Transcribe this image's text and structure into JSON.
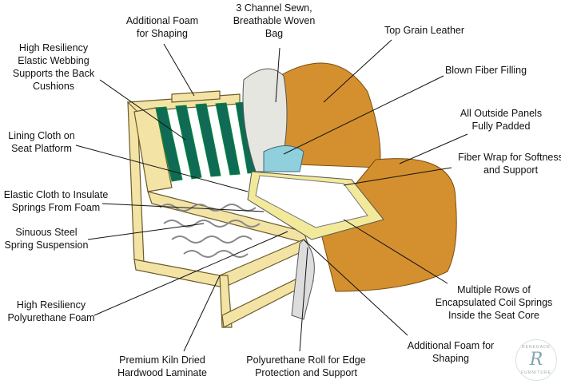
{
  "labels": {
    "foam_top": "Additional Foam\nfor Shaping",
    "woven_bag": "3 Channel Sewn,\nBreathable Woven\nBag",
    "leather": "Top Grain Leather",
    "webbing": "High Resiliency\nElastic Webbing\nSupports the Back\nCushions",
    "blown_fiber": "Blown Fiber Filling",
    "outside_panels": "All Outside Panels\nFully Padded",
    "lining_cloth": "Lining Cloth on\nSeat Platform",
    "fiber_wrap": "Fiber Wrap for Softness\nand Support",
    "elastic_cloth": "Elastic Cloth to Insulate\nSprings From Foam",
    "sinuous_steel": "Sinuous Steel\nSpring Suspension",
    "poly_foam": "High Resiliency\nPolyurethane Foam",
    "coil_springs": "Multiple Rows of\nEncapsulated Coil Springs\nInside the Seat Core",
    "hardwood": "Premium Kiln Dried\nHardwood Laminate",
    "poly_roll": "Polyurethane Roll for Edge\nProtection and Support",
    "foam_bottom": "Additional Foam for\nShaping"
  },
  "logo": {
    "top": "RENEGADE",
    "bottom": "FURNITURE",
    "mark": "R"
  },
  "colors": {
    "leather": "#d4902e",
    "wood": "#f3e4a6",
    "webbing": "#0f6b55",
    "foam": "#f2ea9a"
  }
}
